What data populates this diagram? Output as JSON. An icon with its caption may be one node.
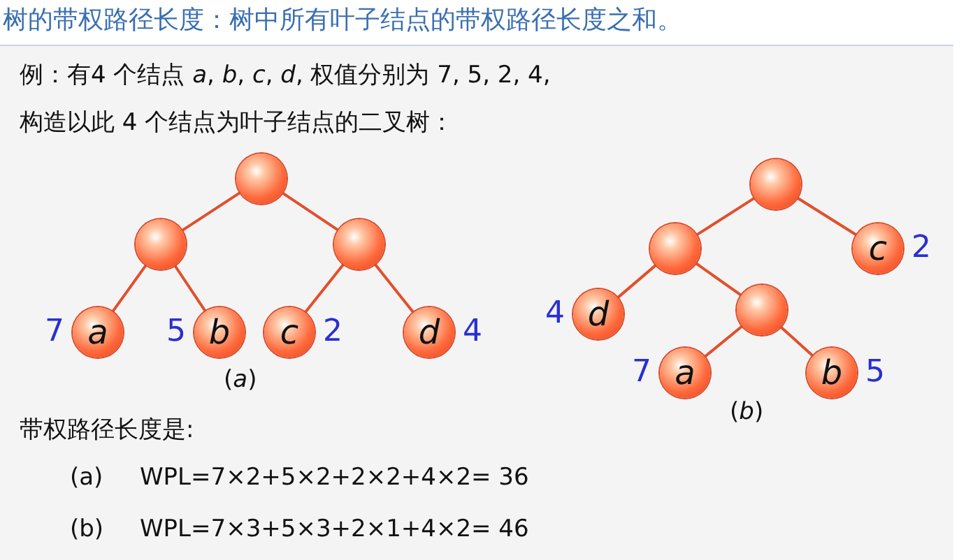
{
  "diagram": {
    "title": "树的带权路径长度：树中所有叶子结点的带权路径长度之和。",
    "nodes": [
      {
        "text": [],
        "shape": "circle"
      },
      {
        "text": [],
        "shape": "circle"
      },
      {
        "text": [],
        "shape": "circle"
      },
      {
        "text": [
          "a"
        ],
        "beside": [
          "7"
        ]
      },
      {
        "text": [
          "b"
        ],
        "beside": [
          "5"
        ]
      },
      {
        "text": [
          "c"
        ],
        "beside": [
          "2"
        ]
      },
      {
        "text": [
          "d"
        ],
        "beside": [
          "4"
        ]
      },
      {
        "text": [],
        "shape": "circle"
      },
      {
        "text": [],
        "shape": "circle"
      },
      {
        "text": [
          "c"
        ],
        "beside": [
          "2"
        ]
      },
      {
        "text": [
          "d"
        ],
        "beside": [
          "4"
        ]
      },
      {
        "text": [],
        "shape": "circle"
      },
      {
        "text": [
          "a"
        ],
        "beside": [
          "7"
        ]
      },
      {
        "text": [
          "b"
        ],
        "beside": [
          "5"
        ]
      }
    ],
    "edges": [
      {
        "from": 0,
        "to": 1,
        "arrow": "none"
      },
      {
        "from": 0,
        "to": 2,
        "arrow": "none"
      },
      {
        "from": 1,
        "to": 3,
        "arrow": "none"
      },
      {
        "from": 1,
        "to": 4,
        "arrow": "none"
      },
      {
        "from": 2,
        "to": 5,
        "arrow": "none"
      },
      {
        "from": 2,
        "to": 6,
        "arrow": "none"
      },
      {
        "from": 7,
        "to": 8,
        "arrow": "none"
      },
      {
        "from": 7,
        "to": 9,
        "arrow": "none"
      },
      {
        "from": 8,
        "to": 10,
        "arrow": "none"
      },
      {
        "from": 8,
        "to": 11,
        "arrow": "none"
      },
      {
        "from": 11,
        "to": 12,
        "arrow": "none"
      },
      {
        "from": 11,
        "to": 13,
        "arrow": "none"
      }
    ],
    "labels": [
      "例：有4 个结点 *a*, *b*, *c*, *d*, 权值分别为 7, 5, 2, 4,",
      "构造以此 4 个结点为叶子结点的二叉树：",
      "(*a*)",
      "(*b*)",
      "带权路径长度是:",
      "(a)",
      "WPL=7×2+5×2+2×2+4×2= 36",
      "(b)",
      "WPL=7×3+5×3+2×1+4×2= 46"
    ]
  }
}
